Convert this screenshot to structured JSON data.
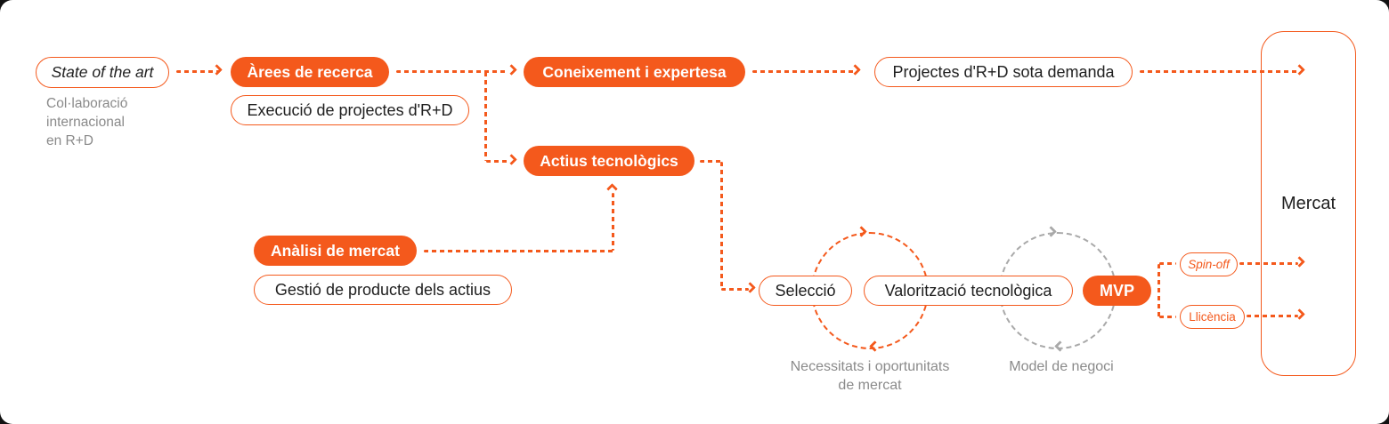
{
  "colors": {
    "accent": "#F4591C",
    "gray_text": "#8A8A8A",
    "gray_loop": "#A9A9A9",
    "dark_text": "#202020",
    "background": "#FFFFFF"
  },
  "nodes": {
    "state_of_the_art": "State of the art",
    "state_caption": [
      "Col·laboració",
      "internacional",
      "en R+D"
    ],
    "arees": "Àrees de recerca",
    "execucio": "Execució de projectes d'R+D",
    "coneixement": "Coneixement i expertesa",
    "projectes": "Projectes d'R+D sota demanda",
    "actius": "Actius tecnològics",
    "analisi": "Anàlisi de mercat",
    "gestio": "Gestió de producte dels actius",
    "seleccio": "Selecció",
    "valoritzacio": "Valorització tecnològica",
    "mvp": "MVP",
    "spinoff": "Spin-off",
    "llicencia": "Llicència",
    "mercat": "Mercat"
  },
  "loop_labels": {
    "necessitats": "Necessitats i oportunitats de mercat",
    "model": "Model de negoci"
  }
}
